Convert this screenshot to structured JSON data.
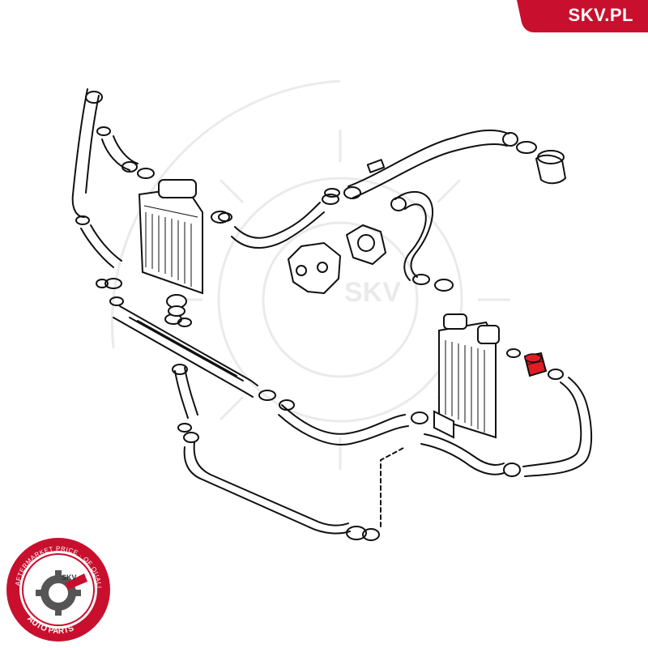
{
  "brand": {
    "label": "SKV.PL",
    "color": "#c8102e"
  },
  "seal": {
    "ring_text": "AFTERMARKET PRICE · OF QUALITY ·",
    "center_text": "SKV",
    "bottom_text": "AUTO PARTS"
  },
  "watermark": {
    "text": "SKV"
  },
  "diagram": {
    "type": "exploded parts diagram",
    "highlighted_part": "coupling hose (red)",
    "highlight_color": "#e31b23",
    "line_color": "#111111"
  }
}
